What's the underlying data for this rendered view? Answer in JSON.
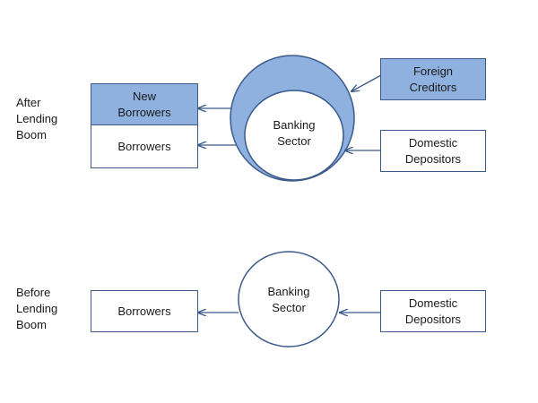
{
  "after": {
    "label_lines": [
      "After",
      "Lending",
      "Boom"
    ],
    "new_borrowers_lines": [
      "New",
      "Borrowers"
    ],
    "borrowers": "Borrowers",
    "banking_lines": [
      "Banking",
      "Sector"
    ],
    "foreign_lines": [
      "Foreign",
      "Creditors"
    ],
    "domestic_lines": [
      "Domestic",
      "Depositors"
    ]
  },
  "before": {
    "label_lines": [
      "Before",
      "Lending",
      "Boom"
    ],
    "borrowers": "Borrowers",
    "banking_lines": [
      "Banking",
      "Sector"
    ],
    "domestic_lines": [
      "Domestic",
      "Depositors"
    ]
  },
  "colors": {
    "fill": "#8fb1e0",
    "stroke": "#3b5a8a",
    "arrow": "#3b5a8a"
  }
}
